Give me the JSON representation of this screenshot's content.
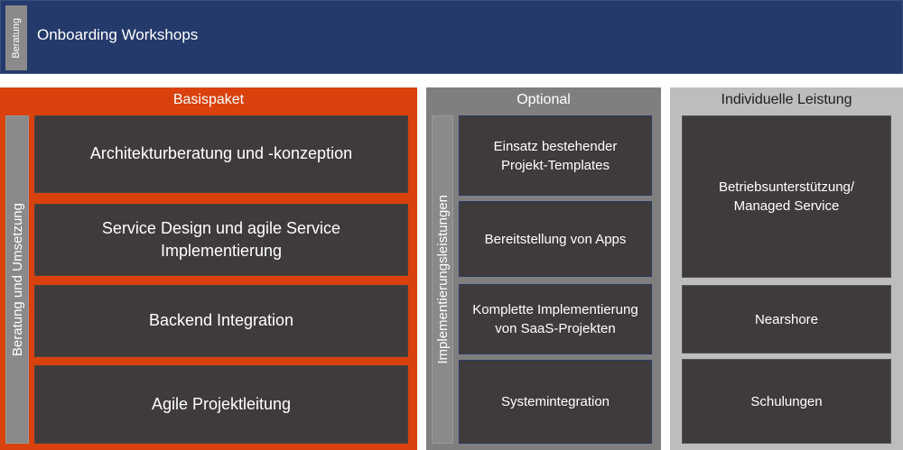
{
  "header": {
    "side_label": "Beratung",
    "title": "Onboarding Workshops"
  },
  "basispaket": {
    "title": "Basispaket",
    "side_label": "Beratung und Umsetzung",
    "items": [
      "Architekturberatung und -konzeption",
      "Service Design und agile Service Implementierung",
      "Backend Integration",
      "Agile Projektleitung"
    ]
  },
  "optional": {
    "title": "Optional",
    "side_label": "Implementierungsleistungen",
    "items": [
      "Einsatz bestehender Projekt-Templates",
      "Bereitstellung von Apps",
      "Komplette Implementierung von SaaS-Projekten",
      "Systemintegration"
    ]
  },
  "individuell": {
    "title": "Individuelle Leistung",
    "items": [
      "Betriebsunterstützung/ Managed Service",
      "Nearshore",
      "Schulungen"
    ]
  },
  "colors": {
    "header_bg": "#243a6b",
    "basis_bg": "#d9410d",
    "optional_bg": "#7f7f7f",
    "individual_bg": "#bdbdbd",
    "box_bg": "#3f3b3a"
  }
}
